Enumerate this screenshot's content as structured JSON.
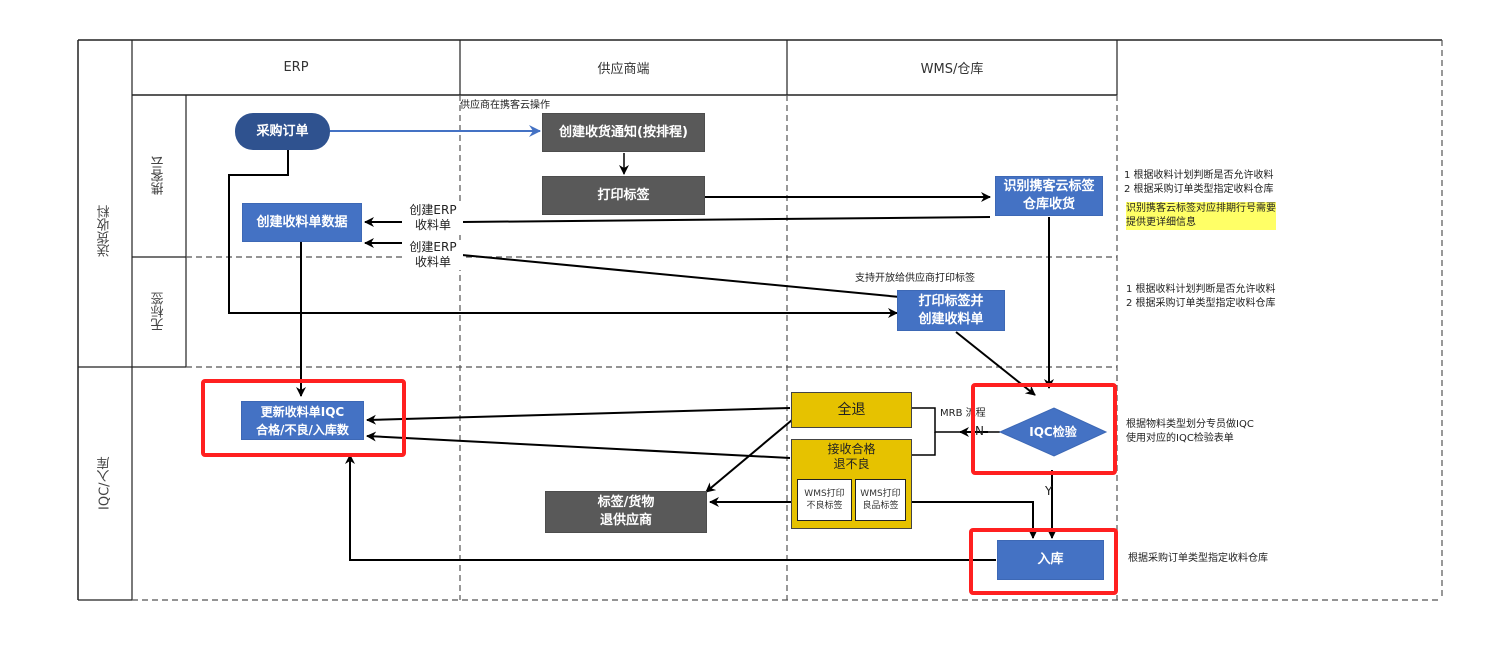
{
  "lanes": {
    "columns": [
      "ERP",
      "供应商端",
      "WMS/仓库"
    ],
    "rows": [
      {
        "label": "送货收料",
        "sub": [
          "携客云",
          "无标签"
        ]
      },
      {
        "label": "IQC/入库"
      }
    ]
  },
  "nodes": {
    "purchase_order": "采购订单",
    "create_receipt_notice": "创建收货通知(按排程)",
    "print_label": "打印标签",
    "identify_label": "识别携客云标签\n仓库收货",
    "create_receipt_data": "创建收料单数据",
    "print_label_create": "打印标签并\n创建收料单",
    "update_iqc": "更新收料单IQC\n合格/不良/入库数",
    "full_return": "全退",
    "accept_return_bad": "接收合格\n退不良",
    "wms_print_bad": "WMS打印\n不良标签",
    "wms_print_good": "WMS打印\n良品标签",
    "return_supplier": "标签/货物\n退供应商",
    "iqc_check": "IQC检验",
    "warehouse_in": "入库"
  },
  "labels": {
    "supplier_op": "供应商在携客云操作",
    "create_erp_1": "创建ERP\n收料单",
    "create_erp_2": "创建ERP\n收料单",
    "support_print": "支持开放给供应商打印标签",
    "mrb": "MRB 流程",
    "n": "N",
    "y": "Y"
  },
  "notes": {
    "note1": "1 根据收料计划判断是否允许收料\n2 根据采购订单类型指定收料仓库",
    "note1_highlight": "识别携客云标签对应排期行号需要\n提供更详细信息",
    "note2": "1 根据收料计划判断是否允许收料\n2 根据采购订单类型指定收料仓库",
    "note3": "根据物料类型划分专员做IQC\n使用对应的IQC检验表单",
    "note4": "根据采购订单类型指定收料仓库"
  },
  "colors": {
    "blue": "#4472c4",
    "navy": "#2f528f",
    "gray": "#595959",
    "yellow": "#e6c200",
    "highlight": "#ffff66",
    "red": "#ff2020"
  }
}
